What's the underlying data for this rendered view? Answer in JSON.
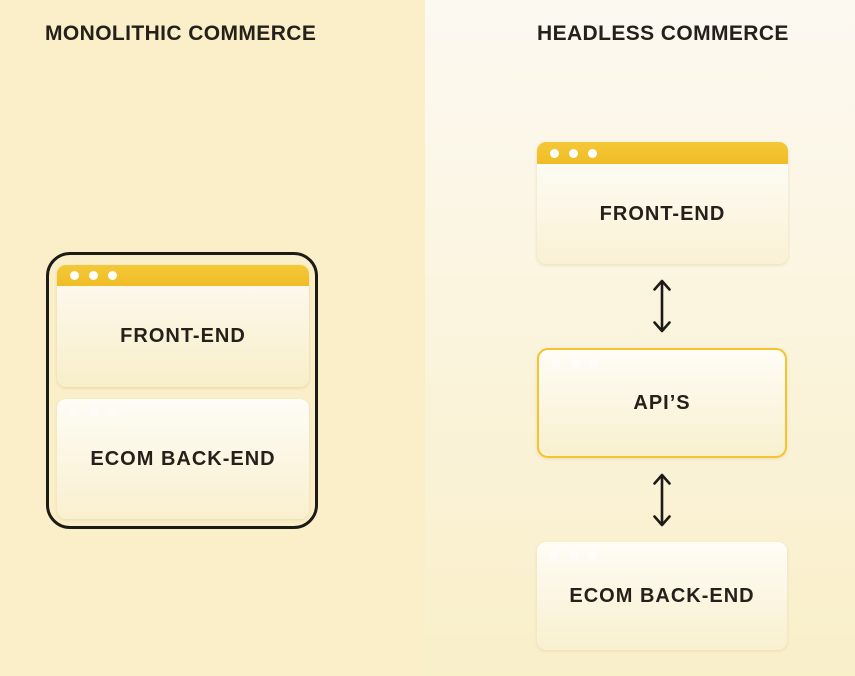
{
  "colors": {
    "left_bg": "#FAEFC8",
    "right_bg_top": "#FCF9F1",
    "right_bg_bottom": "#F9EFC9",
    "titlebar": "#F5C838",
    "titlebar_dark": "#EFBD26",
    "api_border": "#F3C42F",
    "frame_black": "#1D1B16",
    "text": "#25201A",
    "box_top": "#FEFCF6",
    "box_bottom": "#F9F0CF",
    "dot_white": "#FFFFFF"
  },
  "monolithic": {
    "title": "MONOLITHIC COMMERCE",
    "frontend_label": "FRONT-END",
    "backend_label": "ECOM BACK-END"
  },
  "headless": {
    "title": "HEADLESS COMMERCE",
    "frontend_label": "FRONT-END",
    "api_label": "API’S",
    "backend_label": "ECOM BACK-END"
  }
}
